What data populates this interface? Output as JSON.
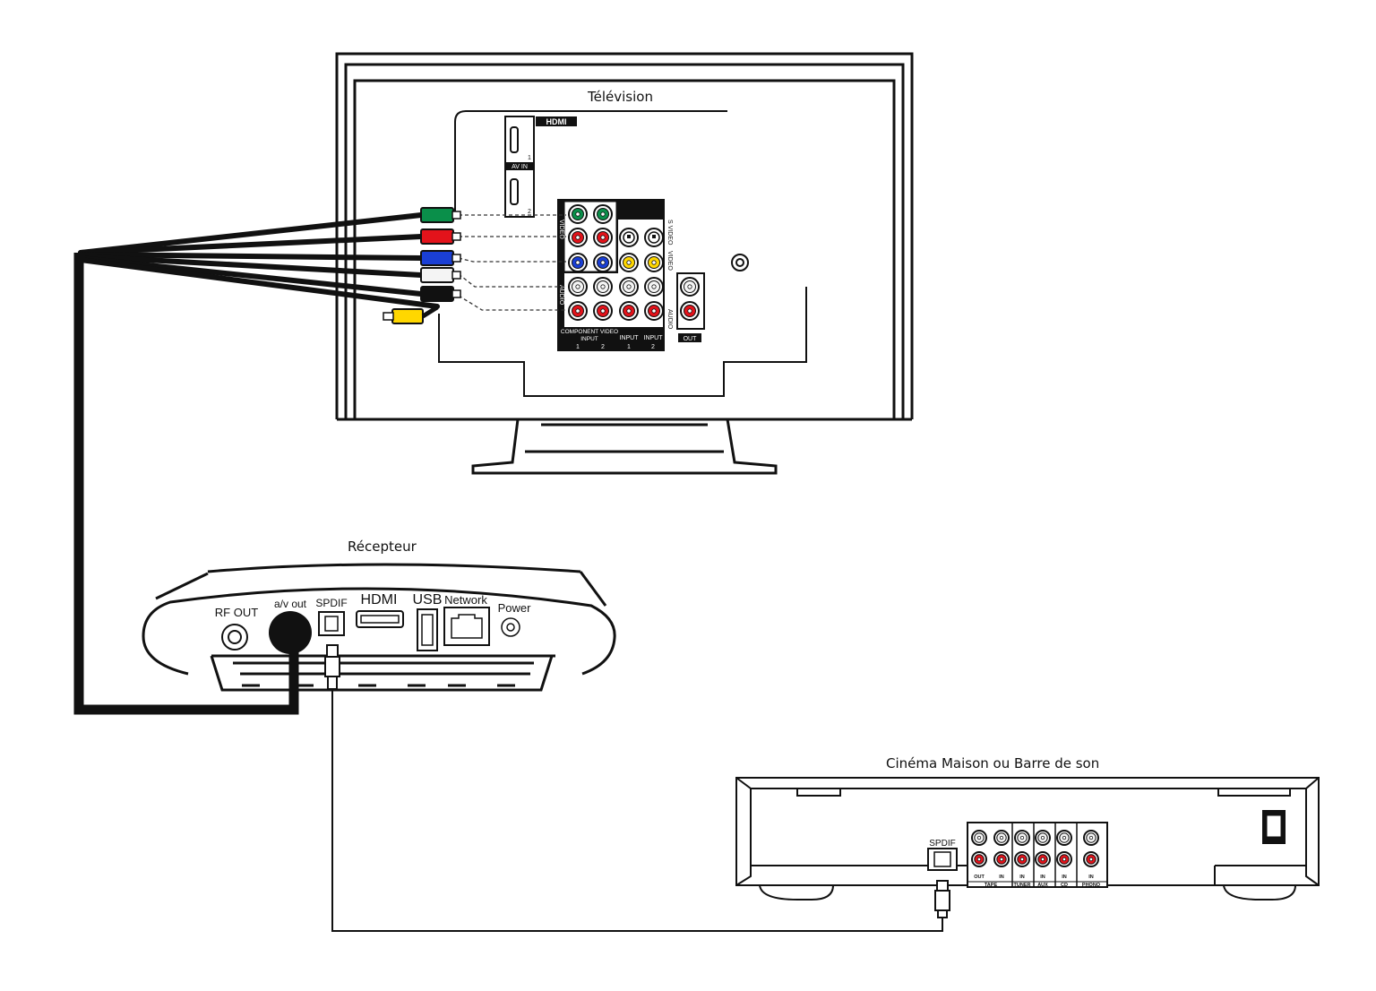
{
  "devices": {
    "tv": {
      "title": "Télévision",
      "panel": {
        "hdmi_logo": "HDMI",
        "av_in": "AV IN",
        "hdmi_port_1": "1",
        "hdmi_port_2": "2",
        "video": "VIDEO",
        "s_video": "S VIDEO",
        "video2": "VIDEO",
        "audio_left": "AUDIO",
        "audio_right": "AUDIO",
        "component_line1": "COMPONENT VIDEO",
        "component_line2": "INPUT",
        "input": "INPUT",
        "input2": "INPUT",
        "num1": "1",
        "num2": "2",
        "num3": "1",
        "num4": "2",
        "out": "OUT"
      }
    },
    "receiver": {
      "title": "Récepteur",
      "ports": {
        "rf_out": "RF OUT",
        "av_out": "a/v out",
        "spdif": "SPDIF",
        "hdmi": "HDMI",
        "usb": "USB",
        "network": "Network",
        "power": "Power"
      }
    },
    "home_cinema": {
      "title": "Cinéma Maison ou Barre de son",
      "ports": {
        "spdif": "SPDIF",
        "tape": "TAPE",
        "tuner": "TUNER",
        "aux": "AUX",
        "cd": "CD",
        "phono": "PHONO",
        "out": "OUT",
        "in1": "IN",
        "in2": "IN",
        "in3": "IN",
        "in4": "IN",
        "in5": "IN"
      }
    }
  },
  "colors": {
    "line": "#111111",
    "green": "#0a8f4a",
    "red": "#e3131b",
    "blue": "#1a3fd6",
    "white": "#f4f4f4",
    "black": "#111111",
    "yellow": "#ffd700"
  },
  "cables": [
    "green",
    "red",
    "blue",
    "white",
    "black",
    "yellow"
  ]
}
